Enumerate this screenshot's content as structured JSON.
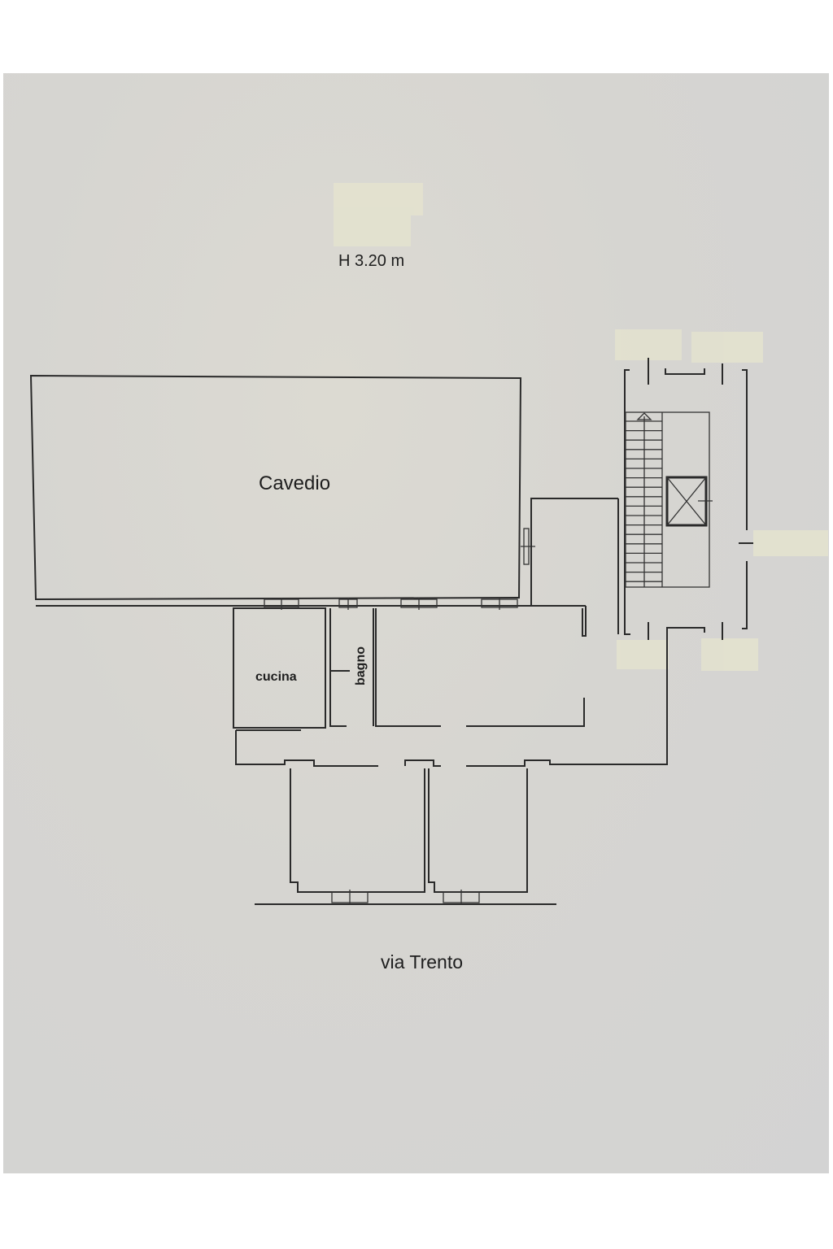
{
  "plan": {
    "height_note": "H 3.20 m",
    "rooms": {
      "courtyard": "Cavedio",
      "kitchen": "cucina",
      "bathroom": "bagno"
    },
    "street": "via Trento"
  },
  "colors": {
    "paper": "#d6d5d1",
    "lines": "#2a2a2a",
    "tape": "#e6e4cf"
  }
}
